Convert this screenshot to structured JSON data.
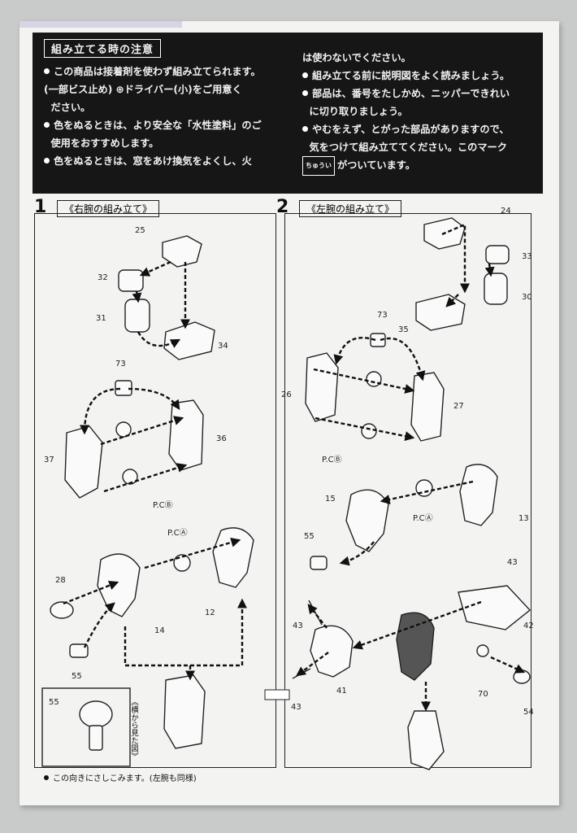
{
  "header": {
    "title": "組み立てる時の注意",
    "left_lines": [
      "この商品は接着剤を使わず組み立てられます。",
      "(一部ビス止め) ⊕ドライバー(小)をご用意く",
      "ださい。",
      "色をぬるときは、より安全な「水性塗料」のご",
      "使用をおすすめします。",
      "色をぬるときは、窓をあけ換気をよくし、火"
    ],
    "right_lines": [
      "は使わないでください。",
      "組み立てる前に説明図をよく読みましょう。",
      "部品は、番号をたしかめ、ニッパーできれい",
      "に切り取りましょう。",
      "やむをえず、とがった部品がありますので、",
      "気をつけて組み立ててください。このマーク",
      "がついています。"
    ],
    "mark_label": "ちゅうい"
  },
  "steps": [
    {
      "number": "1",
      "label": "《右腕の組み立て》"
    },
    {
      "number": "2",
      "label": "《左腕の組み立て》"
    }
  ],
  "parts_step1": [
    "25",
    "32",
    "31",
    "34",
    "73",
    "37",
    "36",
    "P.CⒷ",
    "P.CⒶ",
    "28",
    "12",
    "14",
    "55"
  ],
  "parts_step2": [
    "24",
    "33",
    "30",
    "35",
    "73",
    "26",
    "27",
    "P.CⒷ",
    "15",
    "P.CⒶ",
    "13",
    "55",
    "43",
    "42",
    "41",
    "70",
    "54"
  ],
  "inset": {
    "part": "55",
    "caption": "《横から見た図》"
  },
  "footer": "この向きにさしこみます。(左腕も同様)"
}
